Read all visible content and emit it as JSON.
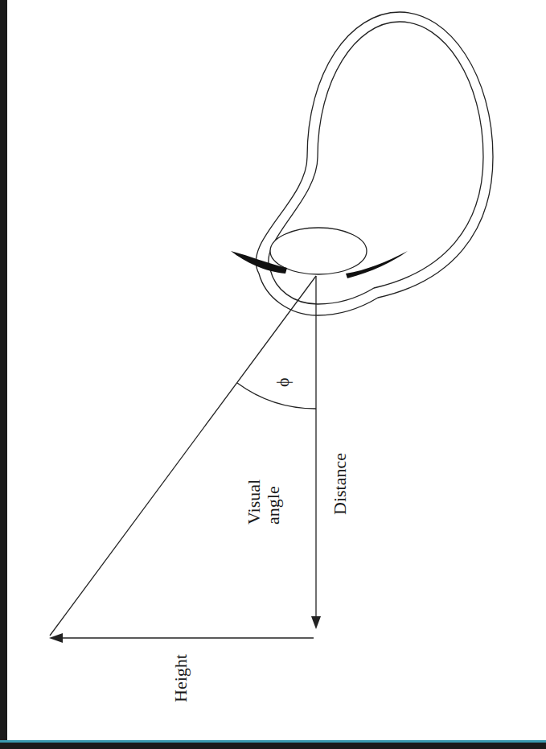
{
  "diagram": {
    "labels": [
      "ϕ",
      "Visual angle",
      "Distance",
      "Height"
    ]
  }
}
